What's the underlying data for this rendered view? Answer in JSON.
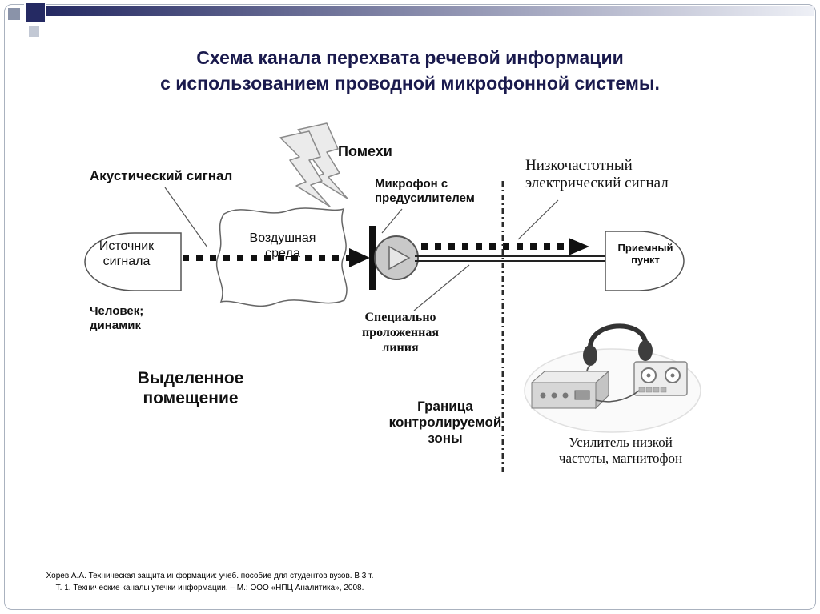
{
  "slide": {
    "title": "Схема канала перехвата речевой информации\nс использованием проводной микрофонной системы.",
    "footer": "Хорев А.А.  Техническая  защита информации: учеб. пособие для студентов вузов. В 3 т.\nТ. 1. Технические каналы утечки информации. – М.: ООО «НПЦ Аналитика», 2008."
  },
  "colors": {
    "title-text": "#1a1a4d",
    "bar-dark": "#252a63",
    "bar-light": "#eef0f6",
    "diagram-ink": "#1a1a1a"
  },
  "diagram": {
    "interference": "Помехи",
    "acoustic_signal": "Акустический сигнал",
    "source": "Источник\nсигнала",
    "air": "Воздушная\nсреда",
    "microphone": "Микрофон с\nпредусилителем",
    "lf_signal": "Низкочастотный\nэлектрический сигнал",
    "receiver": "Приемный\nпункт",
    "person": "Человек;\nдинамик",
    "room": "Выделенное\nпомещение",
    "laid_line": "Специально\nпроложенная\nлиния",
    "boundary": "Граница\nконтролируемой\nзоны",
    "amplifier": "Усилитель низкой\nчастоты, магнитофон"
  }
}
